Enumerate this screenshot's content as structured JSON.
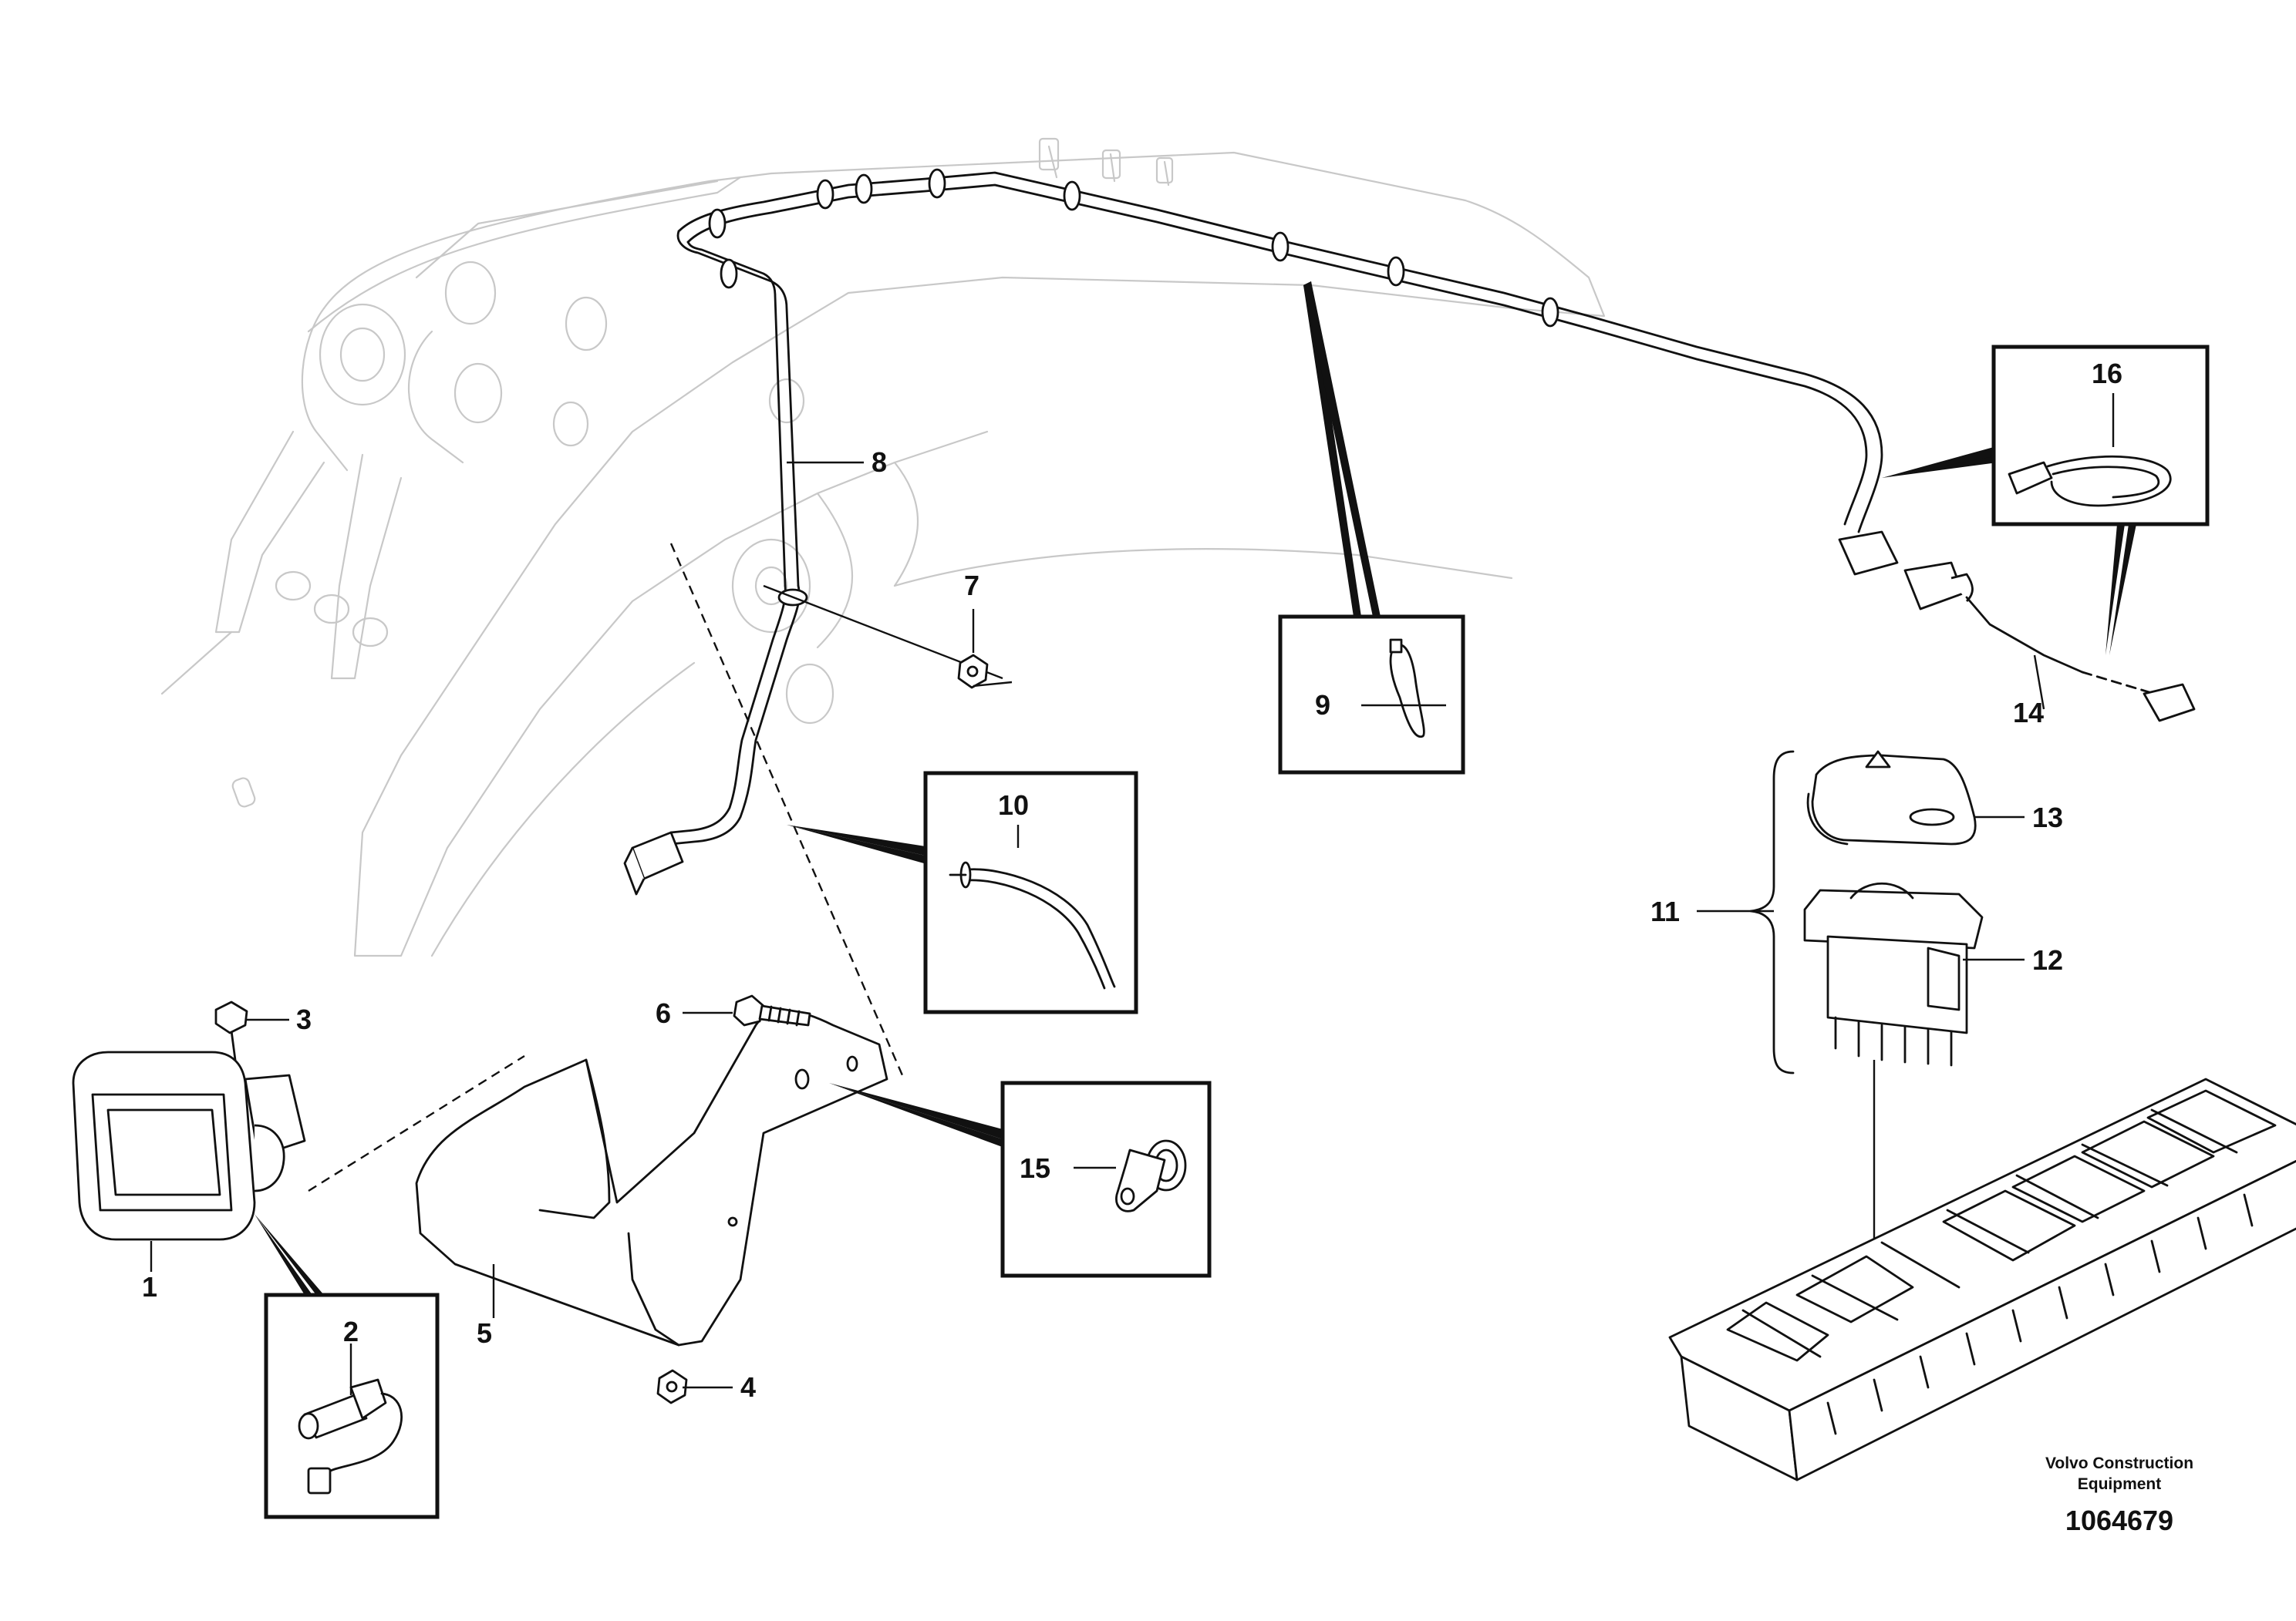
{
  "callouts": {
    "c1": "1",
    "c2": "2",
    "c3": "3",
    "c4": "4",
    "c5": "5",
    "c6": "6",
    "c7": "7",
    "c8": "8",
    "c9": "9",
    "c10": "10",
    "c11": "11",
    "c12": "12",
    "c13": "13",
    "c14": "14",
    "c15": "15",
    "c16": "16"
  },
  "footer": {
    "credit_line1": "Volvo Construction",
    "credit_line2": "Equipment",
    "document_number": "1064679"
  }
}
